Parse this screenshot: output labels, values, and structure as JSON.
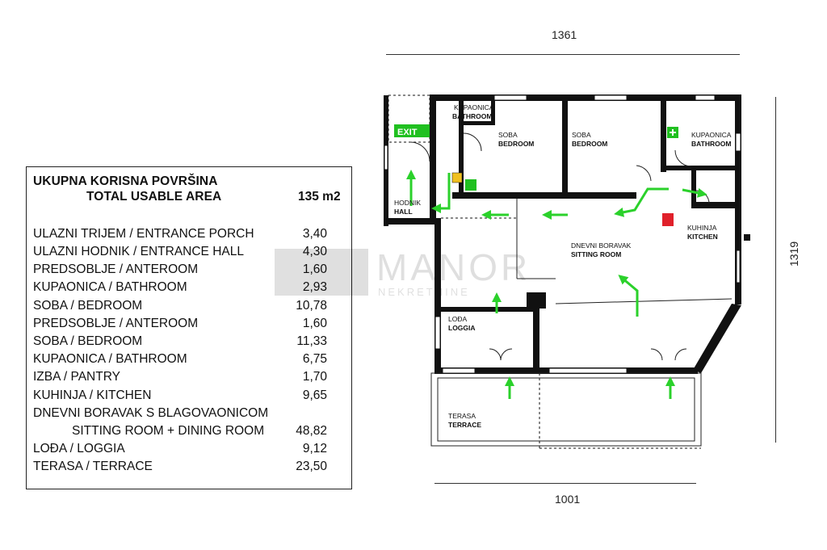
{
  "dimensions": {
    "top": "1361",
    "bottom": "1001",
    "right": "1319"
  },
  "area_table": {
    "title_line1": "UKUPNA KORISNA POVRŠINA",
    "title_line2": "TOTAL USABLE AREA",
    "total": "135 m2",
    "rows": [
      {
        "label": "ULAZNI TRIJEM / ENTRANCE PORCH",
        "value": "3,40"
      },
      {
        "label": "ULAZNI HODNIK / ENTRANCE HALL",
        "value": "4,30"
      },
      {
        "label": "PREDSOBLJE / ANTEROOM",
        "value": "1,60"
      },
      {
        "label": "KUPAONICA / BATHROOM",
        "value": "2,93"
      },
      {
        "label": "SOBA / BEDROOM",
        "value": "10,78"
      },
      {
        "label": "PREDSOBLJE / ANTEROOM",
        "value": "1,60"
      },
      {
        "label": "SOBA / BEDROOM",
        "value": "11,33"
      },
      {
        "label": "KUPAONICA / BATHROOM",
        "value": "6,75"
      },
      {
        "label": "IZBA / PANTRY",
        "value": "1,70"
      },
      {
        "label": "KUHINJA / KITCHEN",
        "value": "9,65"
      },
      {
        "label": "DNEVNI BORAVAK S BLAGOVAONICOM",
        "value": ""
      },
      {
        "label": "SITTING ROOM + DINING ROOM",
        "value": "48,82"
      },
      {
        "label": "LOĐA / LOGGIA",
        "value": "9,12"
      },
      {
        "label": "TERASA / TERRACE",
        "value": "23,50"
      }
    ]
  },
  "plan_labels": {
    "bathroom1_a": "KUPAONICA",
    "bathroom1_b": "BATHROOM",
    "bedroom1_a": "SOBA",
    "bedroom1_b": "BEDROOM",
    "bedroom2_a": "SOBA",
    "bedroom2_b": "BEDROOM",
    "bathroom2_a": "KUPAONICA",
    "bathroom2_b": "BATHROOM",
    "hall_a": "HODNIK",
    "hall_b": "HALL",
    "kitchen_a": "KUHINJA",
    "kitchen_b": "KITCHEN",
    "sitting_a": "DNEVNI BORAVAK",
    "sitting_b": "SITTING ROOM",
    "loggia_a": "LOĐA",
    "loggia_b": "LOGGIA",
    "terrace_a": "TERASA",
    "terrace_b": "TERRACE",
    "exit_sign": "EXIT"
  },
  "watermark": {
    "main": "MANOR",
    "sub": "NEKRETNINE"
  },
  "colors": {
    "wall": "#111111",
    "arrow": "#2bd12b",
    "exit_sign": "#20c020",
    "fire_sign": "#e0202a"
  }
}
